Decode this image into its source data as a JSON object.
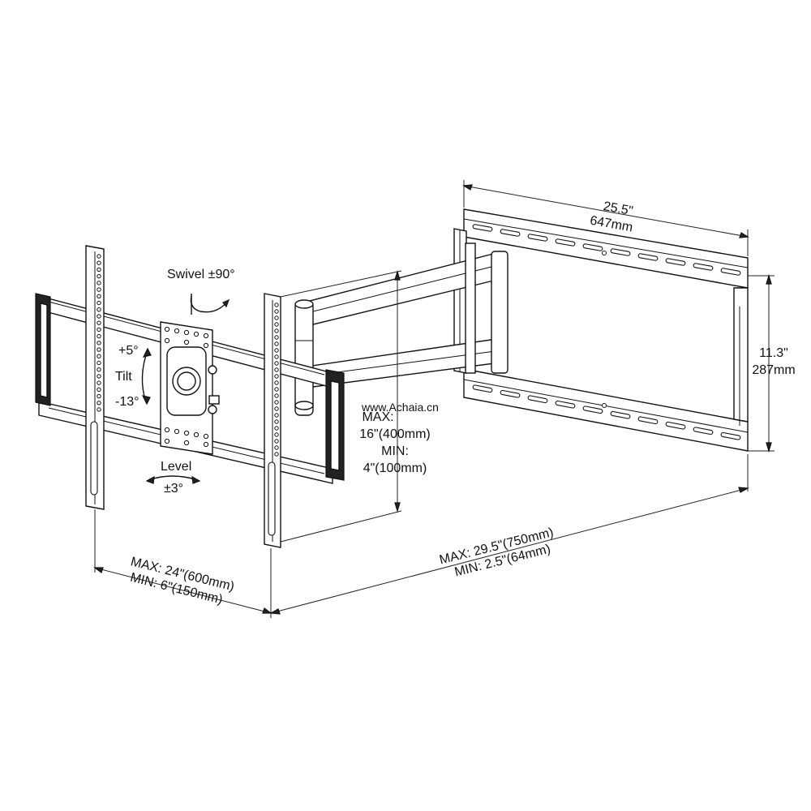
{
  "labels": {
    "swivel": "Swivel ±90°",
    "tilt_up": "+5°",
    "tilt": "Tilt",
    "tilt_down": "-13°",
    "level": "Level",
    "level_value": "±3°",
    "watermark": "www.Achaia.cn",
    "vesa_max_label": "MAX:",
    "vesa_max_value": "16\"(400mm)",
    "vesa_min_label": "MIN:",
    "vesa_min_value": "4\"(100mm)",
    "wall_width_in": "25.5\"",
    "wall_width_mm": "647mm",
    "wall_height_in": "11.3\"",
    "wall_height_mm": "287mm",
    "extension_max": "MAX: 29.5\"(750mm)",
    "extension_min": "MIN: 2.5\"(64mm)",
    "arm_width_max": "MAX: 24\"(600mm)",
    "arm_width_min": "MIN: 6\"(150mm)"
  },
  "colors": {
    "line": "#111111",
    "background": "#ffffff",
    "shade": "#d8d8d8"
  }
}
